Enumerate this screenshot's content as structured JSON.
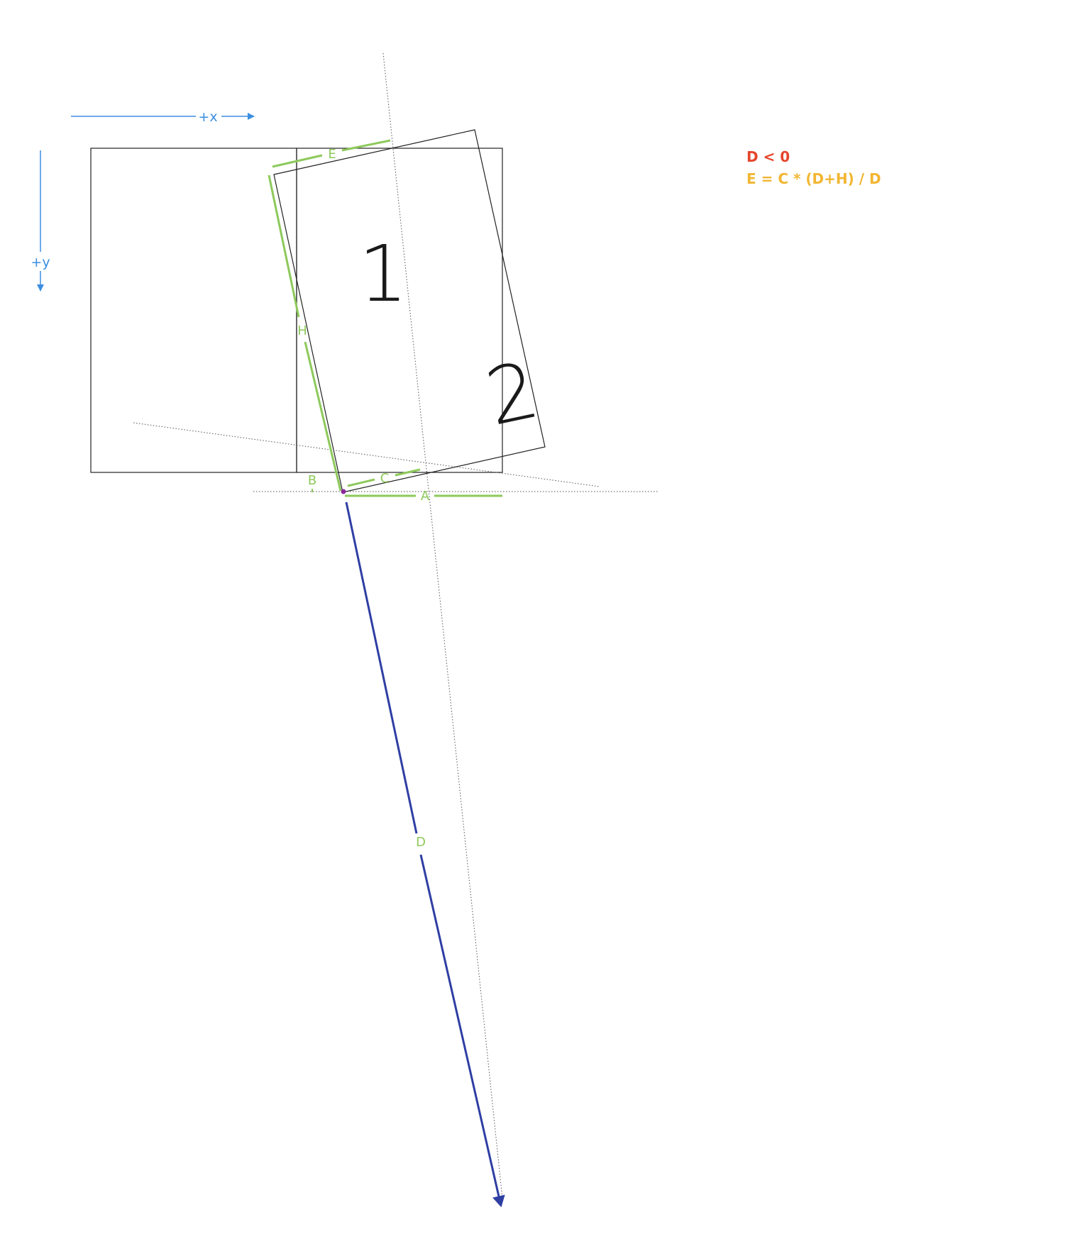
{
  "colors": {
    "axis": "#3b8ee0",
    "measure": "#8dc95b",
    "vector": "#2f3ea3",
    "outline": "#222222",
    "dotted": "#555555",
    "pivot": "#8a2a9a",
    "condition": "#e5452b",
    "formula": "#f2b632"
  },
  "axes": {
    "x_label": "+x",
    "y_label": "+y"
  },
  "pages": {
    "page1_label": "1",
    "page2_label": "2"
  },
  "segments": {
    "A": "A",
    "B": "B",
    "C": "C",
    "D": "D",
    "E": "E",
    "H": "H"
  },
  "notes": {
    "condition": "D < 0",
    "formula": "E = C * (D+H) / D"
  }
}
